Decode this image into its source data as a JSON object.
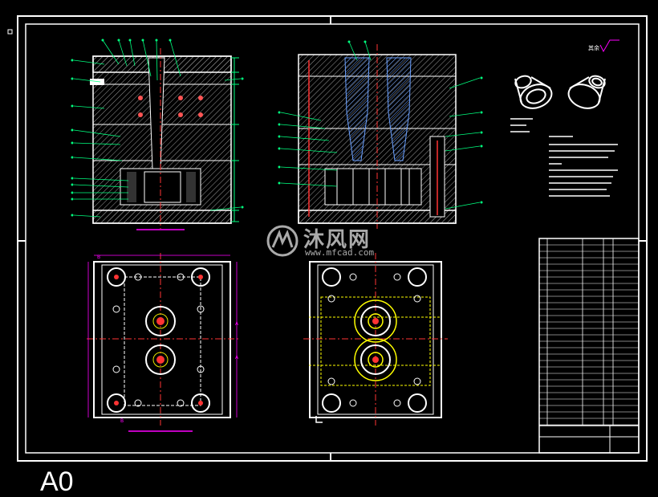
{
  "drawing": {
    "sheet_size_label": "A0",
    "watermark": {
      "chinese": "沐风网",
      "url": "www.mfcad.com"
    },
    "roughness_label": "其余",
    "colors": {
      "background": "#000000",
      "frame": "#ffffff",
      "hatch": "#bbbbbb",
      "leader": "#00ff7f",
      "centerline": "#ff3333",
      "hidden": "#ffff00",
      "annotation": "#ff00ff",
      "water": "#ff5555"
    }
  }
}
